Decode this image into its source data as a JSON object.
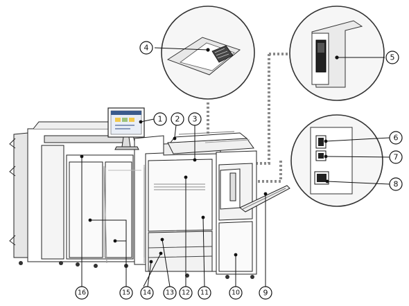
{
  "diagram": {
    "callouts": [
      "1",
      "2",
      "3",
      "4",
      "5",
      "6",
      "7",
      "8",
      "9",
      "10",
      "11",
      "12",
      "13",
      "14",
      "15",
      "16"
    ]
  },
  "monitor": {
    "screen_accent": "#f2c94c",
    "screen_header": "#3b5b8c"
  },
  "colors": {
    "line": "#222222",
    "body_fill": "#ffffff",
    "shadow": "#d9d9d9",
    "zoom_fill": "#f1f1f1",
    "dotted": "#8a8a8a"
  },
  "icons": {
    "zoom_power_switch": "power-switch-icon",
    "zoom_keypad": "control-key-icon",
    "usb_port": "usb-port-icon",
    "lan_port": "lan-port-icon"
  }
}
